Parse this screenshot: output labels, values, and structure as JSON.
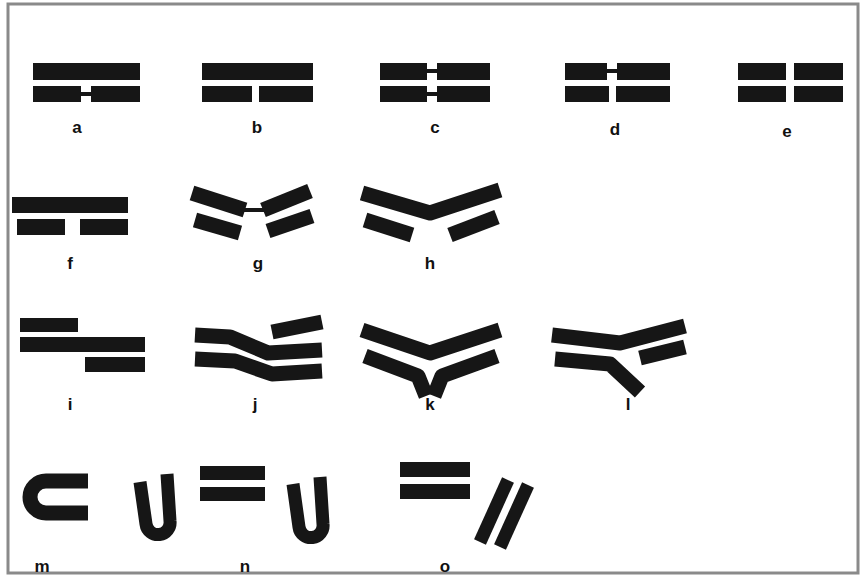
{
  "diagram": {
    "labels": [
      "a",
      "b",
      "c",
      "d",
      "e",
      "f",
      "g",
      "h",
      "i",
      "j",
      "k",
      "l",
      "m",
      "n",
      "o"
    ]
  }
}
